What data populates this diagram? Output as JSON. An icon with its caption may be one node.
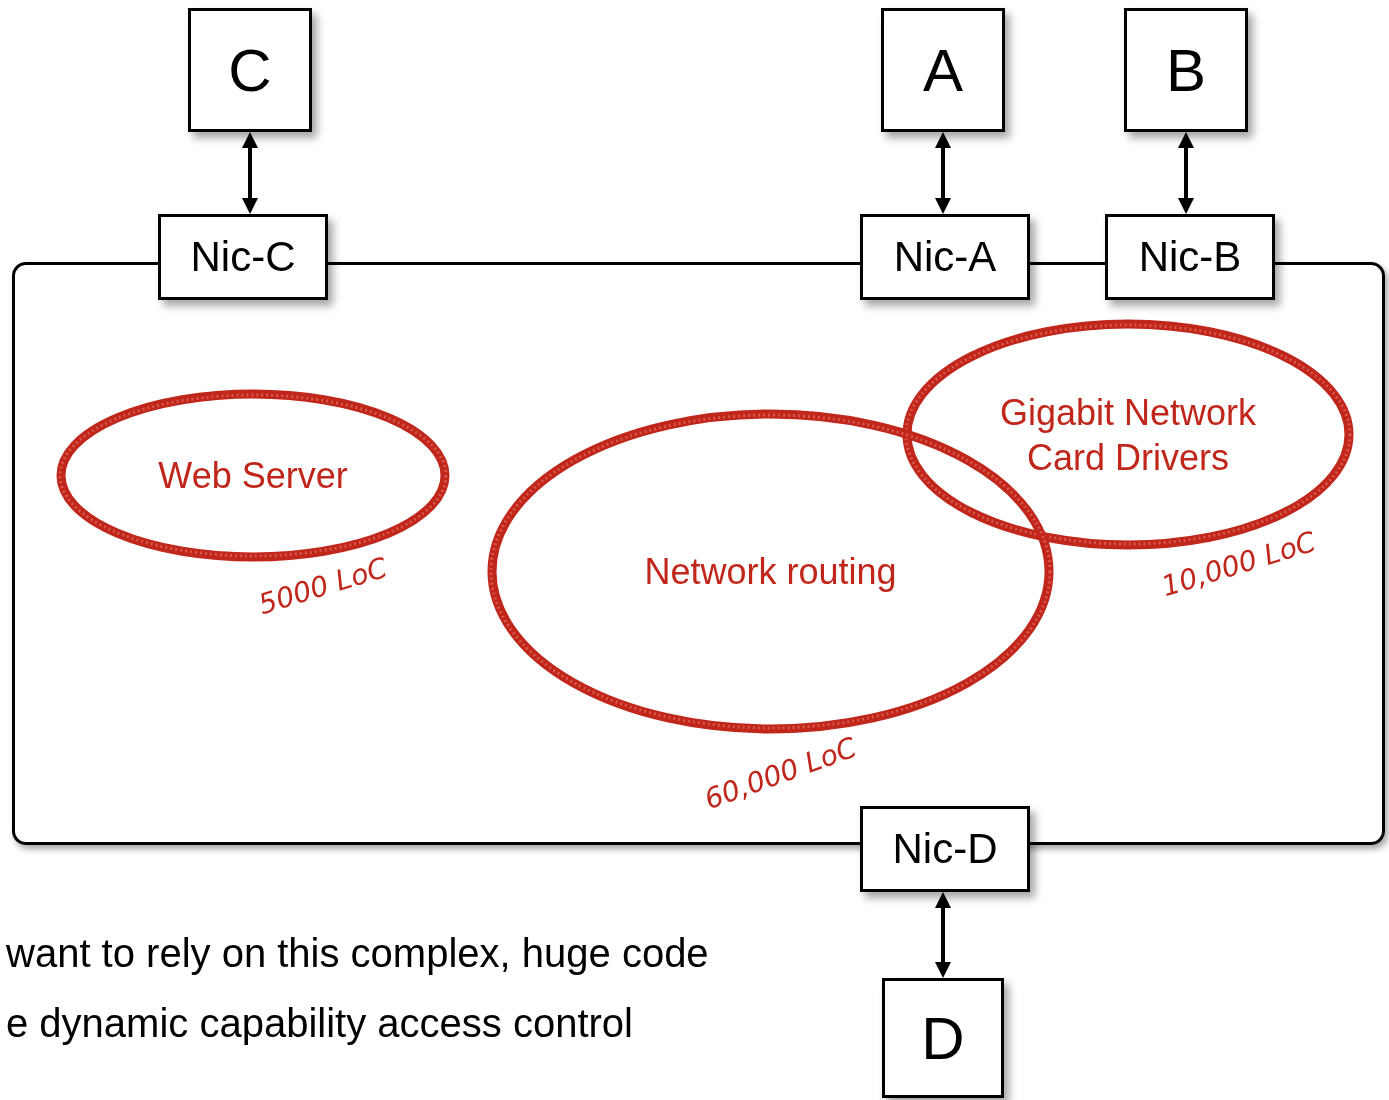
{
  "diagram": {
    "nodes": [
      {
        "text": [
          "C"
        ]
      },
      {
        "text": [
          "A"
        ]
      },
      {
        "text": [
          "B"
        ]
      },
      {
        "text": [],
        "shape": "box"
      },
      {
        "text": [
          "Nic-C"
        ]
      },
      {
        "text": [
          "Nic-A"
        ]
      },
      {
        "text": [
          "Nic-B"
        ]
      },
      {
        "text": [
          "Web Server"
        ],
        "in": 3,
        "beside": [
          "5000 LoC"
        ]
      },
      {
        "text": [
          "Gigabit Network Card Drivers"
        ],
        "in": 3,
        "beside": [
          "10,000 LoC"
        ]
      },
      {
        "text": [
          "Network routing"
        ],
        "in": 3,
        "beside": [
          "60,000 LoC"
        ]
      },
      {
        "text": [
          "Nic-D"
        ]
      },
      {
        "text": [
          "D"
        ]
      }
    ],
    "edges": [
      {
        "from": 0,
        "to": 4,
        "arrow": "both"
      },
      {
        "from": 1,
        "to": 5,
        "arrow": "both"
      },
      {
        "from": 2,
        "to": 6,
        "arrow": "both"
      },
      {
        "from": 10,
        "to": 11,
        "arrow": "both"
      }
    ],
    "labels": [
      "want to rely on this complex, huge code",
      "e dynamic capability access control"
    ]
  }
}
